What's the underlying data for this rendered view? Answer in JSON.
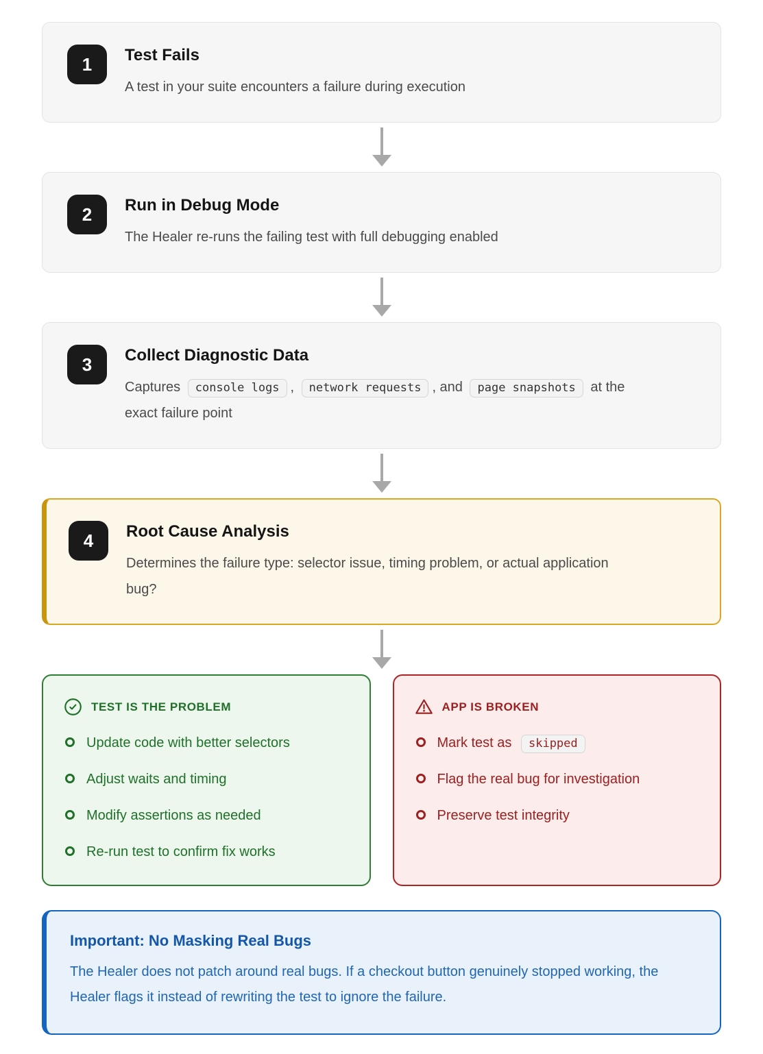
{
  "steps": [
    {
      "number": "1",
      "title": "Test Fails",
      "description": [
        "A test in your suite encounters a failure during execution"
      ]
    },
    {
      "number": "2",
      "title": "Run in Debug Mode",
      "description": [
        "The Healer re-runs the failing test with full debugging enabled"
      ]
    },
    {
      "number": "3",
      "title": "Collect Diagnostic Data",
      "description": [
        "Captures ",
        {
          "code": "console logs"
        },
        ", ",
        {
          "code": "network requests"
        },
        ", and ",
        {
          "code": "page snapshots"
        },
        " at the exact failure point"
      ]
    },
    {
      "number": "4",
      "title": "Root Cause Analysis",
      "description": [
        "Determines the failure type: selector issue, timing problem, or actual application bug?"
      ]
    }
  ],
  "branches": {
    "left": {
      "heading": "TEST IS THE PROBLEM",
      "icon": "check-circle-icon",
      "items": [
        [
          "Update code with better selectors"
        ],
        [
          "Adjust waits and timing"
        ],
        [
          "Modify assertions as needed"
        ],
        [
          "Re-run test to confirm fix works"
        ]
      ]
    },
    "right": {
      "heading": "APP IS BROKEN",
      "icon": "warning-triangle-icon",
      "items": [
        [
          "Mark test as ",
          {
            "code": "skipped"
          }
        ],
        [
          "Flag the real bug for investigation"
        ],
        [
          "Preserve test integrity"
        ]
      ]
    }
  },
  "callout": {
    "title": "Important: No Masking Real Bugs",
    "body": "The Healer does not patch around real bugs. If a checkout button genuinely stopped working, the Healer flags it instead of rewriting the test to ignore the failure."
  },
  "colors": {
    "card_background": "#f6f6f6",
    "badge_background": "#1a1a1a",
    "arrow_gray": "#a8a8a8",
    "highlight_border_gold": "#c8950c",
    "highlight_background": "#fdf7e9",
    "branch_good_green": "#2e7d32",
    "branch_good_background": "#edf7ee",
    "branch_bad_red": "#ad2424",
    "branch_bad_background": "#fcecec",
    "callout_blue": "#1565c0",
    "callout_background": "#e9f1fb"
  }
}
